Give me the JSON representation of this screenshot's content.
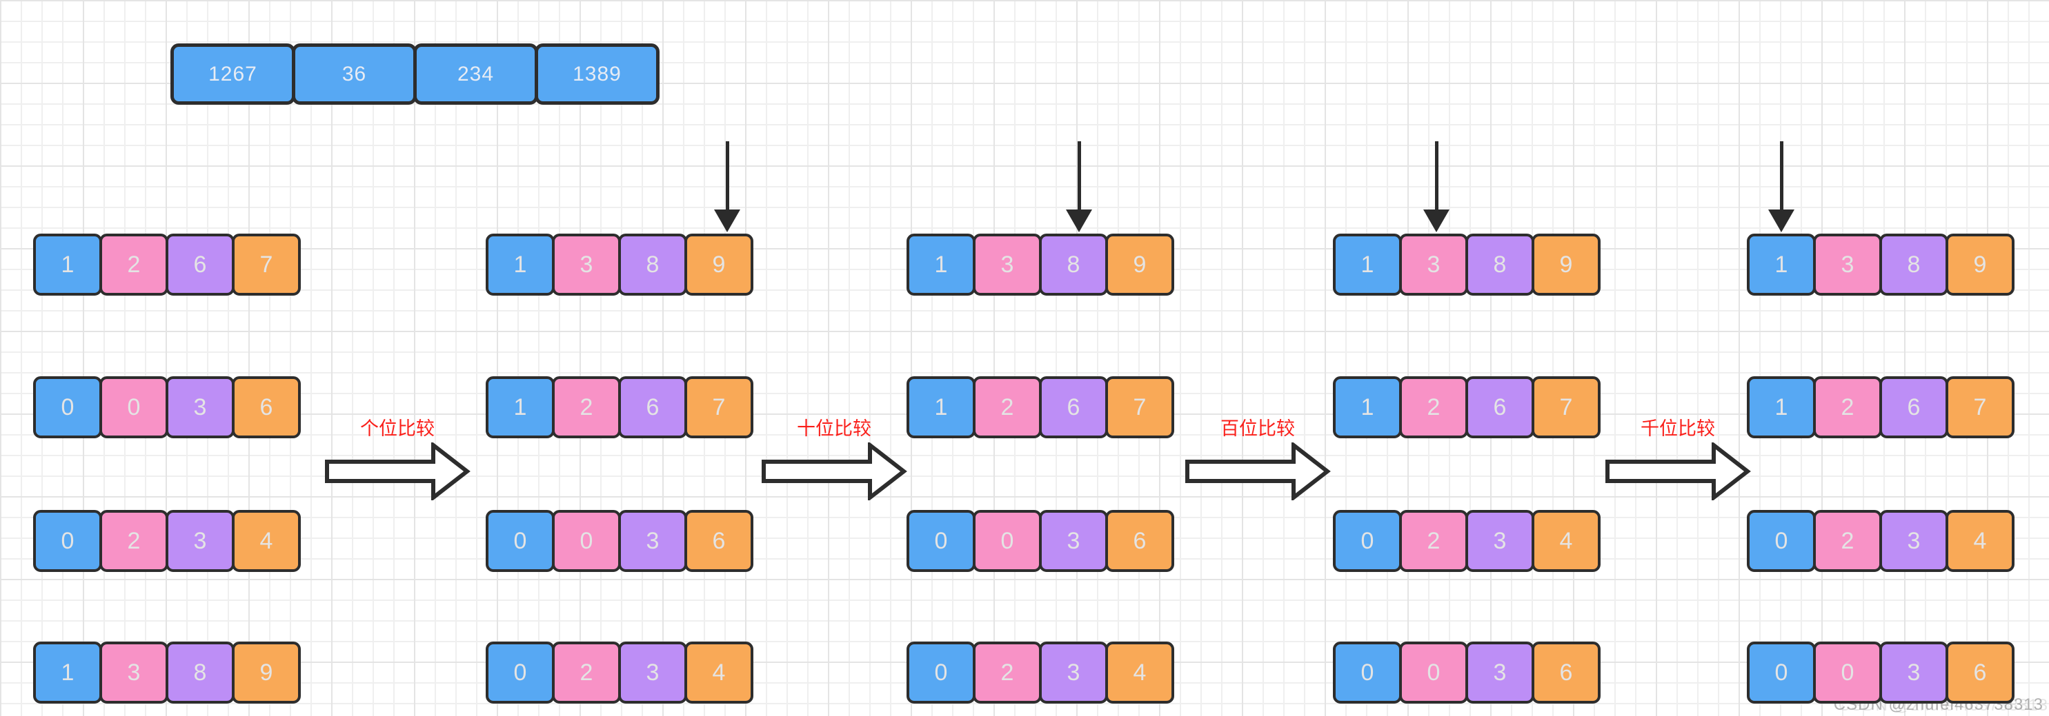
{
  "diagram": {
    "top_array": {
      "values": [
        "1267",
        "36",
        "234",
        "1389"
      ]
    },
    "step_labels": [
      "个位比较",
      "十位比较",
      "百位比较",
      "千位比较"
    ],
    "columns": [
      {
        "pointer_index": null,
        "rows": [
          [
            "1",
            "2",
            "6",
            "7"
          ],
          [
            "0",
            "0",
            "3",
            "6"
          ],
          [
            "0",
            "2",
            "3",
            "4"
          ],
          [
            "1",
            "3",
            "8",
            "9"
          ]
        ]
      },
      {
        "pointer_index": 3,
        "rows": [
          [
            "1",
            "3",
            "8",
            "9"
          ],
          [
            "1",
            "2",
            "6",
            "7"
          ],
          [
            "0",
            "0",
            "3",
            "6"
          ],
          [
            "0",
            "2",
            "3",
            "4"
          ]
        ]
      },
      {
        "pointer_index": 2,
        "rows": [
          [
            "1",
            "3",
            "8",
            "9"
          ],
          [
            "1",
            "2",
            "6",
            "7"
          ],
          [
            "0",
            "0",
            "3",
            "6"
          ],
          [
            "0",
            "2",
            "3",
            "4"
          ]
        ]
      },
      {
        "pointer_index": 1,
        "rows": [
          [
            "1",
            "3",
            "8",
            "9"
          ],
          [
            "1",
            "2",
            "6",
            "7"
          ],
          [
            "0",
            "2",
            "3",
            "4"
          ],
          [
            "0",
            "0",
            "3",
            "6"
          ]
        ]
      },
      {
        "pointer_index": 0,
        "rows": [
          [
            "1",
            "3",
            "8",
            "9"
          ],
          [
            "1",
            "2",
            "6",
            "7"
          ],
          [
            "0",
            "2",
            "3",
            "4"
          ],
          [
            "0",
            "0",
            "3",
            "6"
          ]
        ]
      }
    ],
    "watermark": "CSDN @zhufei463738313"
  },
  "colors": {
    "cell_blue": "#57a8f3",
    "cell_pink": "#f892c6",
    "cell_purple": "#bd8ef6",
    "cell_orange": "#f9a957",
    "top_box_blue": "#57a8f3",
    "outline": "#2d2d2d",
    "label_red": "#fa1f1a"
  }
}
